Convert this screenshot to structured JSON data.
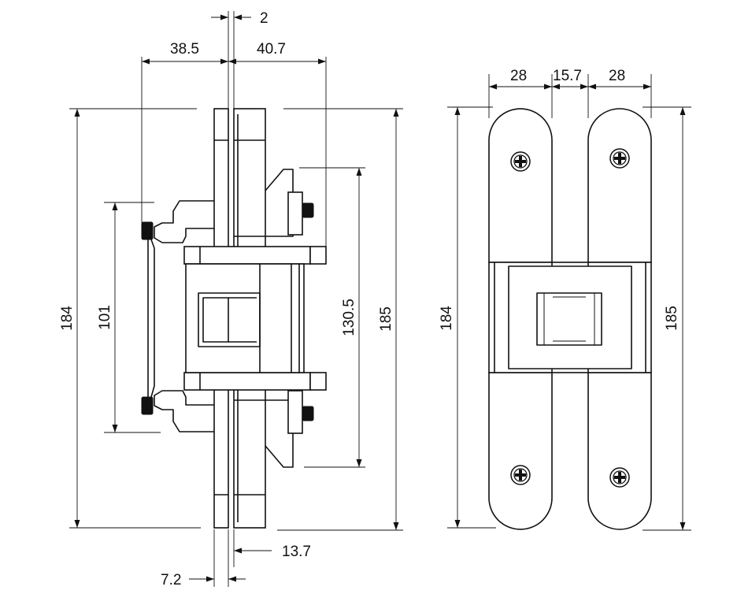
{
  "dimensions": {
    "side_view": {
      "gap": "2",
      "left_depth": "38.5",
      "right_depth": "40.7",
      "left_height": "184",
      "hole_spacing": "101",
      "inner_height": "130.5",
      "right_height": "185",
      "bottom_right": "13.7",
      "bottom_left": "7.2"
    },
    "front_view": {
      "left_width": "28",
      "middle_width": "15.7",
      "right_width": "28",
      "left_height": "184",
      "right_height": "185"
    }
  },
  "colors": {
    "line": "#111111",
    "background": "#ffffff"
  },
  "icons": {
    "screw": "phillips-screw-icon",
    "arrow": "dimension-arrow-icon"
  }
}
